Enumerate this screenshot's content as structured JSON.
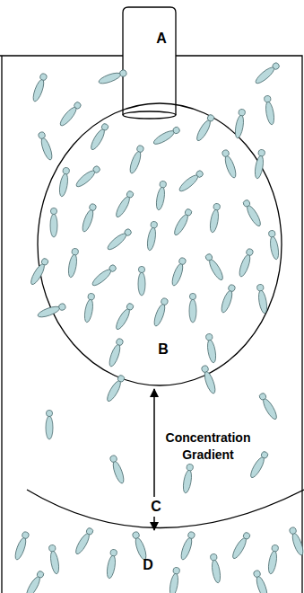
{
  "diagram": {
    "labels": [
      "A",
      "B",
      "Concentration Gradient",
      "C",
      "D"
    ]
  }
}
